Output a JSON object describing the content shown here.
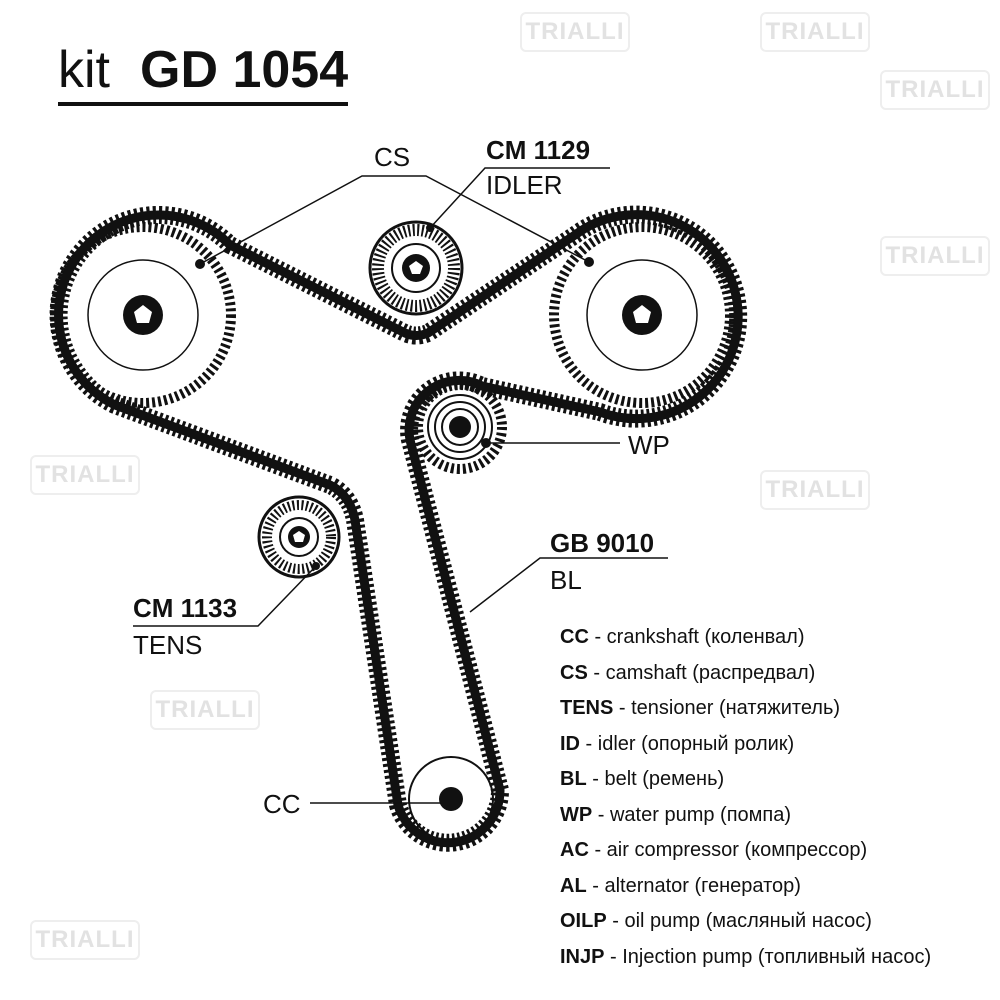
{
  "watermark": "TRIALLI",
  "title": {
    "prefix": "kit",
    "code": "GD 1054"
  },
  "labels": {
    "cs": "CS",
    "idler_code": "CM  1129",
    "idler_name": "IDLER",
    "wp": "WP",
    "belt_code": "GB 9010",
    "belt_name": "BL",
    "tens_code": "CM  1133",
    "tens_name": "TENS",
    "cc": "CC"
  },
  "legend": [
    {
      "abbr": "CC",
      "text": " - crankshaft (коленвал)"
    },
    {
      "abbr": "CS",
      "text": " - camshaft (распредвал)"
    },
    {
      "abbr": "TENS",
      "text": " - tensioner (натяжитель)"
    },
    {
      "abbr": "ID",
      "text": " - idler (опорный ролик)"
    },
    {
      "abbr": "BL",
      "text": " - belt (ремень)"
    },
    {
      "abbr": "WP",
      "text": " - water pump (помпа)"
    },
    {
      "abbr": "AC",
      "text": " - air compressor (компрессор)"
    },
    {
      "abbr": "AL",
      "text": " - alternator (генератор)"
    },
    {
      "abbr": "OILP",
      "text": " - oil pump (масляный насос)"
    },
    {
      "abbr": "INJP",
      "text": " - Injection pump (топливный насос)"
    }
  ]
}
